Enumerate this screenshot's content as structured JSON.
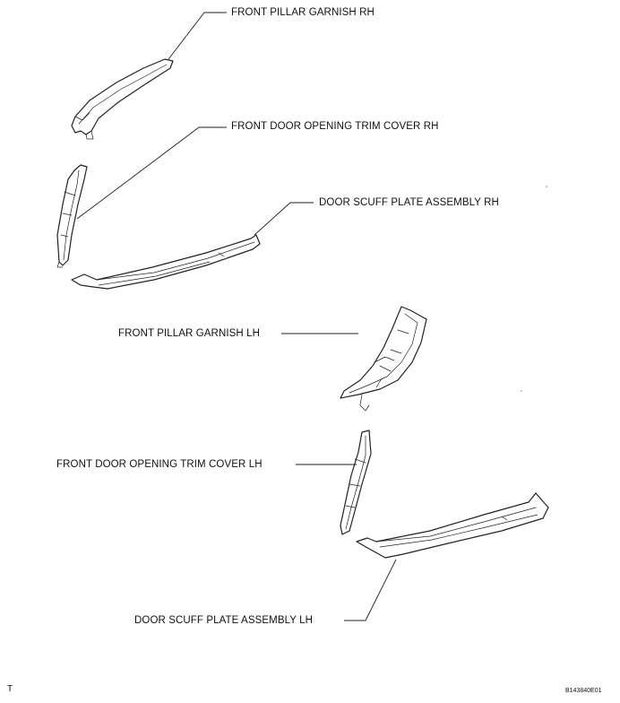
{
  "labels": {
    "front_pillar_garnish_rh": "FRONT PILLAR GARNISH RH",
    "front_door_opening_trim_cover_rh": "FRONT DOOR OPENING TRIM COVER RH",
    "door_scuff_plate_assembly_rh": "DOOR SCUFF PLATE ASSEMBLY RH",
    "front_pillar_garnish_lh": "FRONT PILLAR GARNISH LH",
    "front_door_opening_trim_cover_lh": "FRONT DOOR OPENING TRIM COVER LH",
    "door_scuff_plate_assembly_lh": "DOOR SCUFF PLATE ASSEMBLY LH"
  },
  "footer": {
    "corner_mark": "T",
    "figure_id": "B143840E01"
  }
}
